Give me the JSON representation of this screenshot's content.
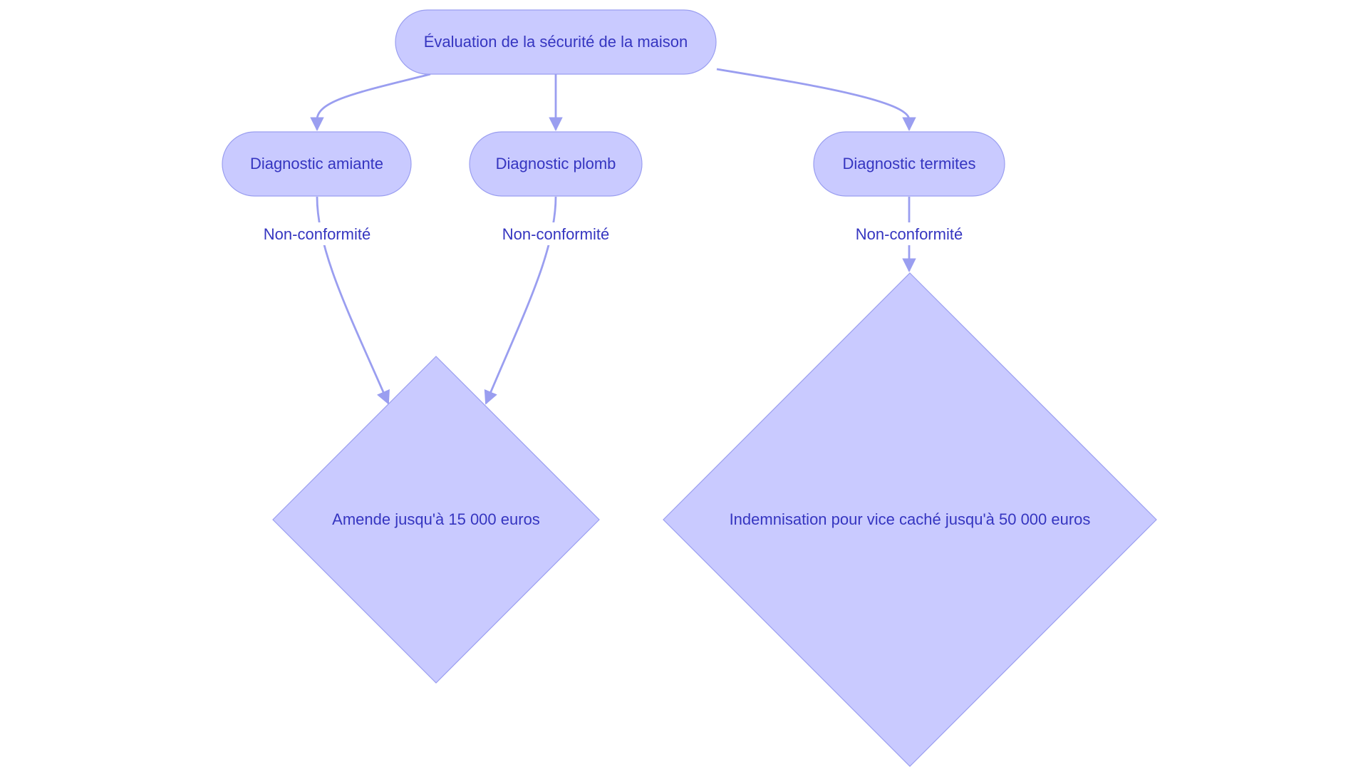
{
  "diagram": {
    "colors": {
      "node_fill": "#c9caff",
      "node_stroke": "#9a9ef0",
      "text": "#3535c0",
      "edge": "#9a9ef0"
    },
    "nodes": {
      "root": {
        "label": "Évaluation de la sécurité de la maison",
        "shape": "rounded-rect"
      },
      "amiante": {
        "label": "Diagnostic amiante",
        "shape": "rounded-rect"
      },
      "plomb": {
        "label": "Diagnostic plomb",
        "shape": "rounded-rect"
      },
      "termites": {
        "label": "Diagnostic termites",
        "shape": "rounded-rect"
      },
      "amende": {
        "label": "Amende jusqu'à 15 000 euros",
        "shape": "diamond"
      },
      "indemnisation": {
        "label": "Indemnisation pour vice caché jusqu'à 50 000 euros",
        "shape": "diamond"
      }
    },
    "edges": [
      {
        "from": "root",
        "to": "amiante",
        "label": ""
      },
      {
        "from": "root",
        "to": "plomb",
        "label": ""
      },
      {
        "from": "root",
        "to": "termites",
        "label": ""
      },
      {
        "from": "amiante",
        "to": "amende",
        "label": "Non-conformité"
      },
      {
        "from": "plomb",
        "to": "amende",
        "label": "Non-conformité"
      },
      {
        "from": "termites",
        "to": "indemnisation",
        "label": "Non-conformité"
      }
    ]
  }
}
